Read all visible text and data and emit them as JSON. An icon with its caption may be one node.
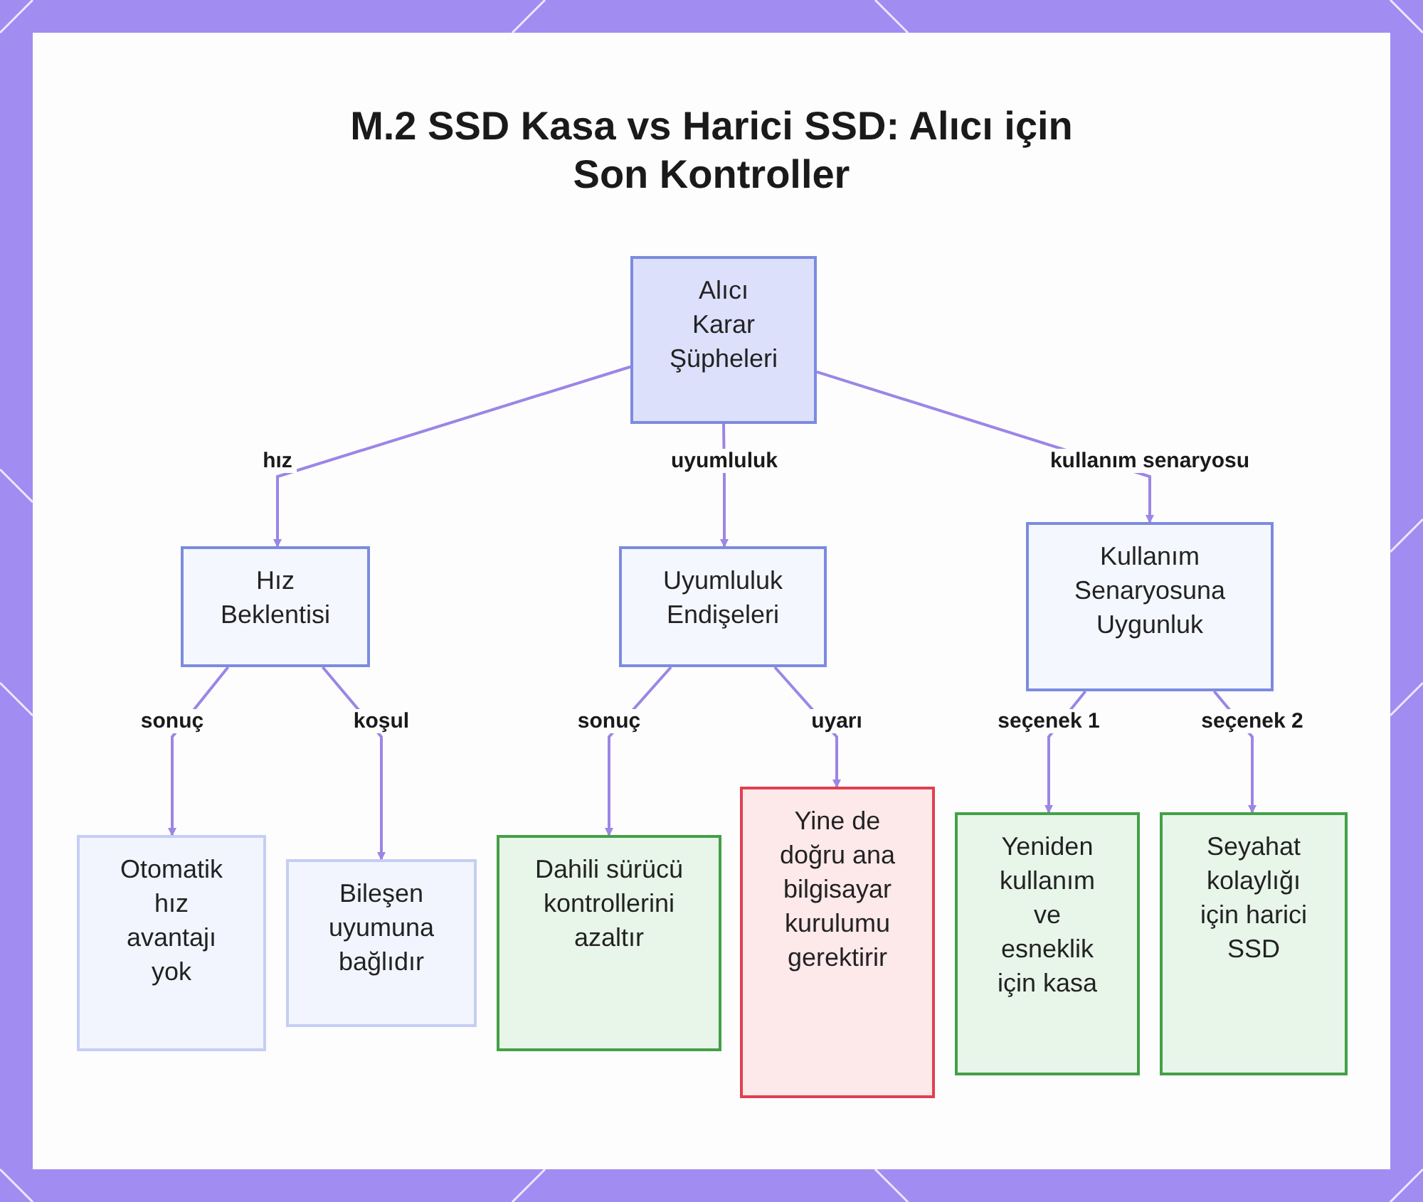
{
  "diagram": {
    "title": "M.2 SSD Kasa vs Harici SSD: Alıcı için Son Kontroller",
    "nodes": [
      {
        "text": [
          "Alıcı Karar Şüpheleri"
        ]
      },
      {
        "text": [
          "Hız Beklentisi"
        ]
      },
      {
        "text": [
          "Uyumluluk Endişeleri"
        ]
      },
      {
        "text": [
          "Kullanım Senaryosuna Uygunluk"
        ]
      },
      {
        "text": [
          "Otomatik hız avantajı yok"
        ]
      },
      {
        "text": [
          "Bileşen uyumuna bağlıdır"
        ]
      },
      {
        "text": [
          "Dahili sürücü kontrollerini azaltır"
        ]
      },
      {
        "text": [
          "Yine de doğru ana bilgisayar kurulumu gerektirir"
        ]
      },
      {
        "text": [
          "Yeniden kullanım ve esneklik için kasa"
        ]
      },
      {
        "text": [
          "Seyahat kolaylığı için harici SSD"
        ]
      }
    ],
    "edges": [
      {
        "from": 0,
        "to": 1,
        "arrow": "to",
        "label": "hız"
      },
      {
        "from": 0,
        "to": 2,
        "arrow": "to",
        "label": "uyumluluk"
      },
      {
        "from": 0,
        "to": 3,
        "arrow": "to",
        "label": "kullanım senaryosu"
      },
      {
        "from": 1,
        "to": 4,
        "arrow": "to",
        "label": "sonuç"
      },
      {
        "from": 1,
        "to": 5,
        "arrow": "to",
        "label": "koşul"
      },
      {
        "from": 2,
        "to": 6,
        "arrow": "to",
        "label": "sonuç"
      },
      {
        "from": 2,
        "to": 7,
        "arrow": "to",
        "label": "uyarı"
      },
      {
        "from": 3,
        "to": 8,
        "arrow": "to",
        "label": "seçenek 1"
      },
      {
        "from": 3,
        "to": 9,
        "arrow": "to",
        "label": "seçenek 2"
      }
    ]
  }
}
